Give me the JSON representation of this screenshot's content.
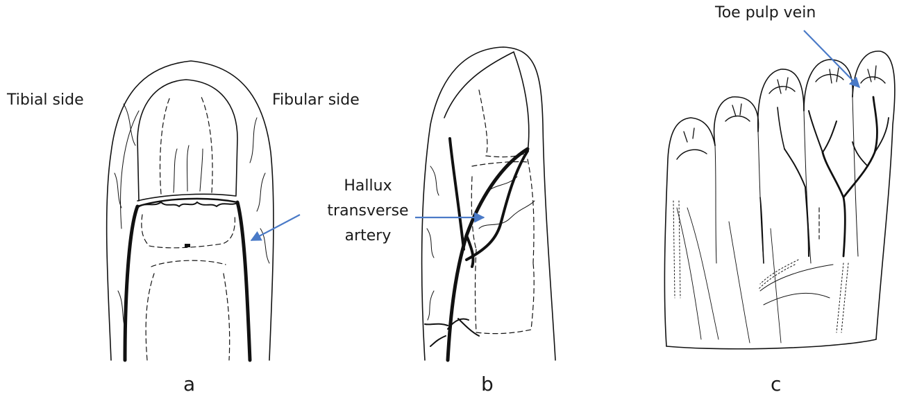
{
  "labels": {
    "tibial_side": "Tibial side",
    "fibular_side": "Fibular side",
    "hallux_line1": "Hallux",
    "hallux_line2": "transverse",
    "hallux_line3": "artery",
    "toe_pulp_vein": "Toe pulp vein"
  },
  "panels": {
    "a": "a",
    "b": "b",
    "c": "c"
  },
  "colors": {
    "ink": "#111111",
    "arrow": "#4a7ac7"
  }
}
